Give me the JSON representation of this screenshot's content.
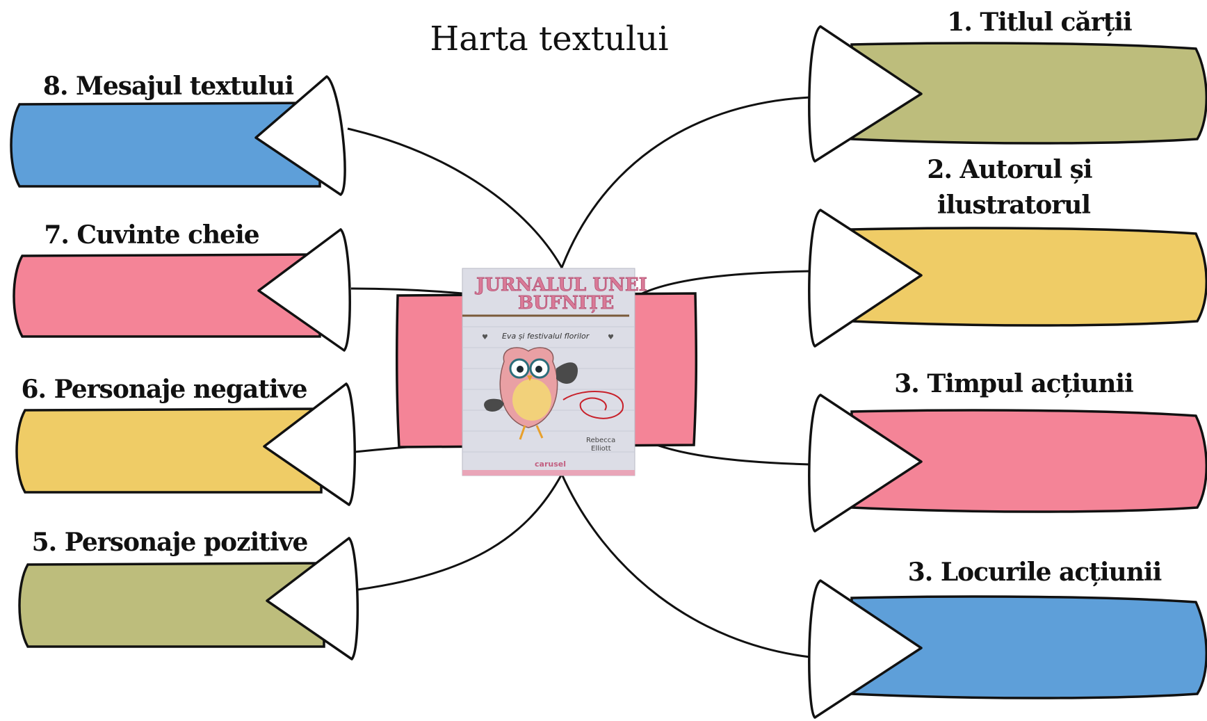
{
  "title": "Harta textului",
  "colors": {
    "olive": "#bdbd7c",
    "blue": "#5e9fd9",
    "pink": "#f48497",
    "yellow": "#efcc66",
    "outline": "#111111",
    "cover_bg": "#dcdde6",
    "cover_title": "#d97a97"
  },
  "right_items": [
    {
      "label": "1. Titlul cărții",
      "color": "olive"
    },
    {
      "label": "2. Autorul și",
      "label_line2": "ilustratorul",
      "color": "yellow"
    },
    {
      "label": "3. Timpul  acțiunii",
      "color": "pink"
    },
    {
      "label": "3. Locurile acțiunii",
      "color": "blue"
    }
  ],
  "left_items": [
    {
      "label": "8. Mesajul textului",
      "color": "blue"
    },
    {
      "label": "7. Cuvinte cheie",
      "color": "pink"
    },
    {
      "label": "6. Personaje negative",
      "color": "yellow"
    },
    {
      "label": "5. Personaje pozitive",
      "color": "olive"
    }
  ],
  "book_cover": {
    "title_line1": "JURNALUL UNEI",
    "title_line2": "BUFNIȚE",
    "subtitle": "Eva și festivalul florilor",
    "author_line1": "Rebecca",
    "author_line2": "Elliott",
    "publisher": "carusel"
  }
}
